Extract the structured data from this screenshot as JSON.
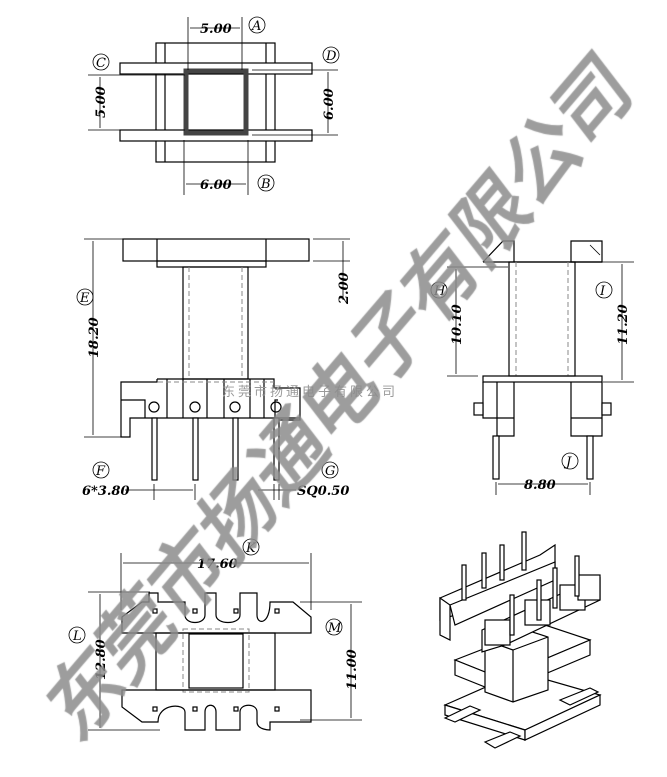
{
  "dimensions": {
    "A": "5.00",
    "B": "6.00",
    "C": "5.00",
    "D": "6.00",
    "E": "18.20",
    "F": "6*3.80",
    "G": "SQ0.50",
    "top_flange": "2.00",
    "H": "10.10",
    "I": "11.20",
    "J": "8.80",
    "K": "17.60",
    "L": "12.80",
    "M": "11.00"
  },
  "labels": {
    "A": "A",
    "B": "B",
    "C": "C",
    "D": "D",
    "E": "E",
    "F": "F",
    "G": "G",
    "H": "H",
    "I": "I",
    "J": "J",
    "K": "K",
    "L": "L",
    "M": "M"
  },
  "watermark": {
    "large": "东莞市扬通电子有限公司",
    "small": "东莞市扬通电子有限公司"
  }
}
